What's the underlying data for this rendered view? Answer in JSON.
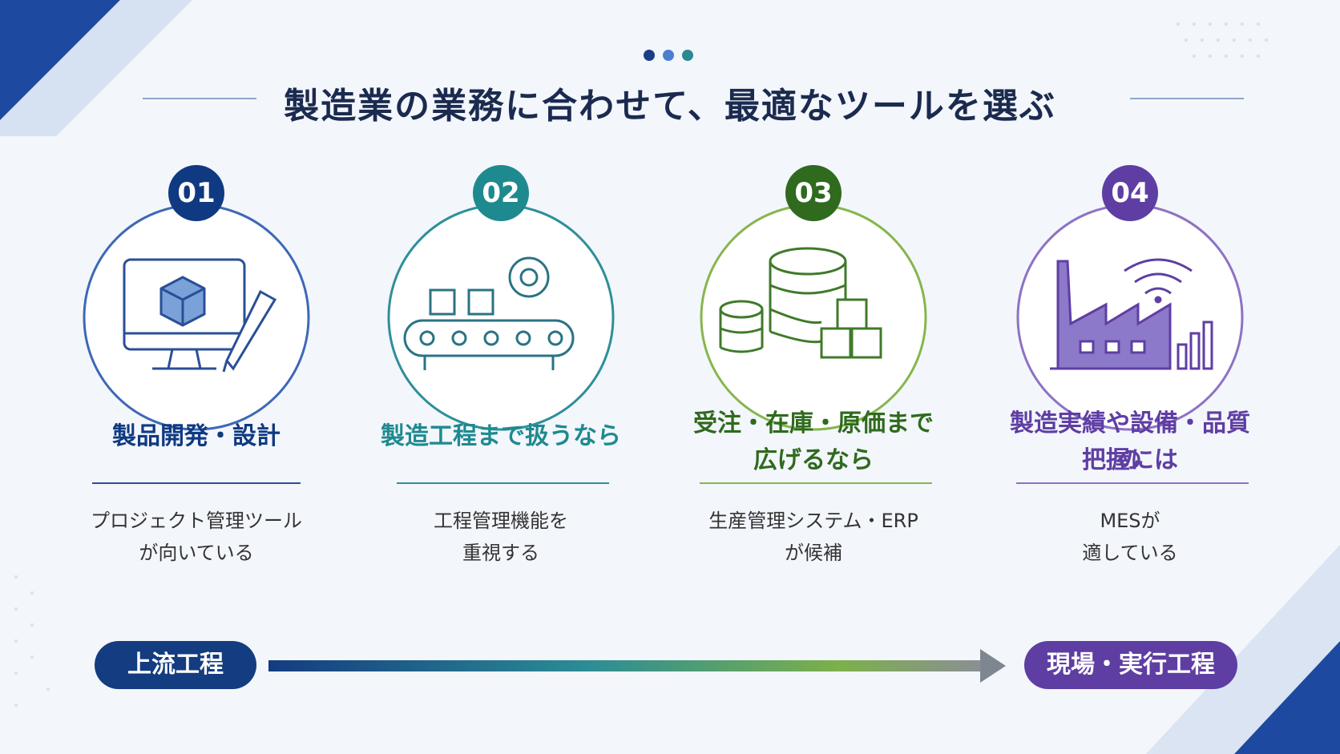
{
  "title": "製造業の業務に合わせて、最適なツールを選ぶ",
  "colors": {
    "step1": "#0f3a82",
    "step2": "#1e8a90",
    "step3": "#2f6a1e",
    "step4": "#5f3ea3",
    "dots": [
      "#1b3f86",
      "#4a7fd0",
      "#2a8a91"
    ]
  },
  "steps": [
    {
      "number": "01",
      "heading": "製品開発・設計",
      "desc_line1": "プロジェクト管理ツール",
      "desc_line2": "が向いている",
      "icon": "monitor-cube-pencil-icon"
    },
    {
      "number": "02",
      "heading": "製造工程まで扱うなら",
      "desc_line1": "工程管理機能を",
      "desc_line2": "重視する",
      "icon": "conveyor-gear-icon"
    },
    {
      "number": "03",
      "heading_line1": "受注・在庫・原価まで",
      "heading_line2": "広げるなら",
      "desc_line1": "生産管理システム・ERP",
      "desc_line2": "が候補",
      "icon": "database-boxes-icon"
    },
    {
      "number": "04",
      "heading_line1": "製造実績や設備・品質の",
      "heading_line2": "把握には",
      "desc_line1": "MESが",
      "desc_line2": "適している",
      "icon": "factory-signal-icon"
    }
  ],
  "flow": {
    "start_label": "上流工程",
    "end_label": "現場・実行工程"
  }
}
